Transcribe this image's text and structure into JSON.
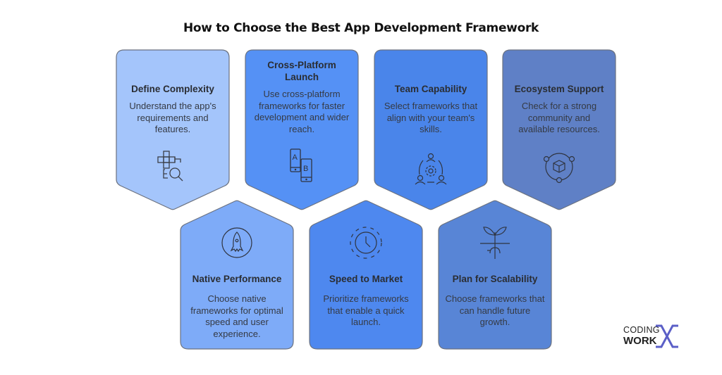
{
  "title": "How to Choose the Best App Development Framework",
  "colors": {
    "card1": "#a4c5fb",
    "card2": "#5591f5",
    "card3": "#4a85ea",
    "card4": "#5f80c6",
    "card5": "#7eabf8",
    "card6": "#4e88ef",
    "card7": "#5885d6",
    "stroke": "#6b7280",
    "logo_accent": "#5b5fc7"
  },
  "cards": [
    {
      "title": "Define Complexity",
      "text": "Understand the app's requirements and features.",
      "icon": "crossword-search-icon"
    },
    {
      "title": "Cross-Platform Launch",
      "text": "Use cross-platform frameworks for faster development and wider reach.",
      "icon": "phones-ab-icon"
    },
    {
      "title": "Team Capability",
      "text": "Select frameworks that align with your team's skills.",
      "icon": "team-gear-icon"
    },
    {
      "title": "Ecosystem Support",
      "text": "Check for a strong community and available resources.",
      "icon": "cube-orbit-icon"
    },
    {
      "title": "Native Performance",
      "text": "Choose native frameworks for optimal speed and user experience.",
      "icon": "rocket-icon"
    },
    {
      "title": "Speed to Market",
      "text": "Prioritize frameworks that enable a quick launch.",
      "icon": "clock-icon"
    },
    {
      "title": "Plan for Scalability",
      "text": "Choose frameworks that can handle future growth.",
      "icon": "sprout-icon"
    }
  ],
  "logo": {
    "line1": "CODING",
    "line2": "WORK",
    "mark": "X"
  }
}
